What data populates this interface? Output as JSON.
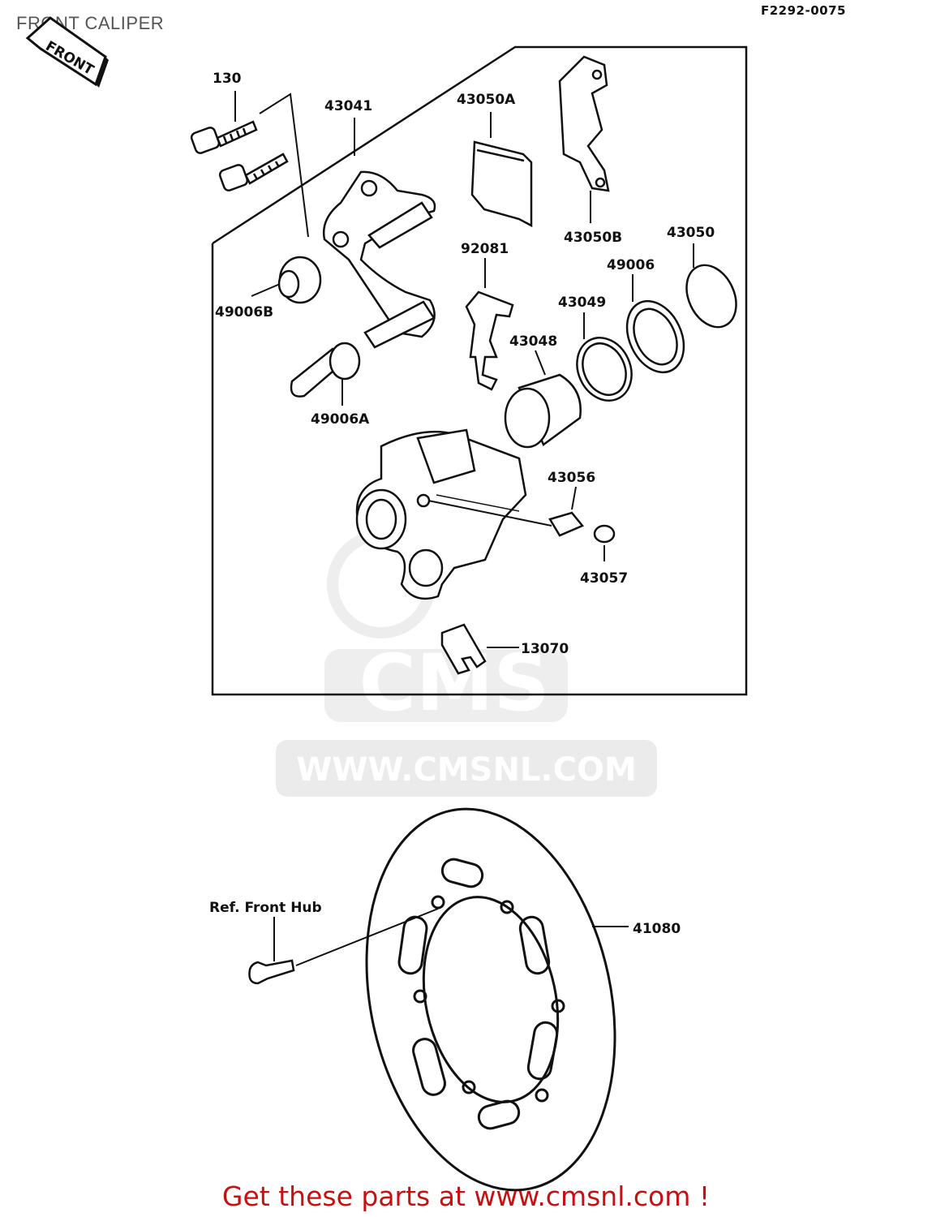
{
  "header": {
    "title": "FRONT CALIPER",
    "figure_code": "F2292-0075"
  },
  "front_arrow": {
    "label": "FRONT"
  },
  "parts": {
    "p130": "130",
    "p43041": "43041",
    "p43050A": "43050A",
    "p43050B": "43050B",
    "p43050": "43050",
    "p92081": "92081",
    "p49006": "49006",
    "p49006B": "49006B",
    "p43049": "43049",
    "p43048": "43048",
    "p49006A": "49006A",
    "p43056": "43056",
    "p43057": "43057",
    "p13070": "13070",
    "p41080": "41080"
  },
  "reference": {
    "front_hub": "Ref. Front Hub"
  },
  "watermark": {
    "brand": "CMS",
    "url": "WWW.CMSNL.COM"
  },
  "footer": {
    "text": "Get these parts at www.cmsnl.com !"
  },
  "colors": {
    "footer": "#c81010",
    "line": "#111111",
    "watermark": "#e6e6e6"
  }
}
